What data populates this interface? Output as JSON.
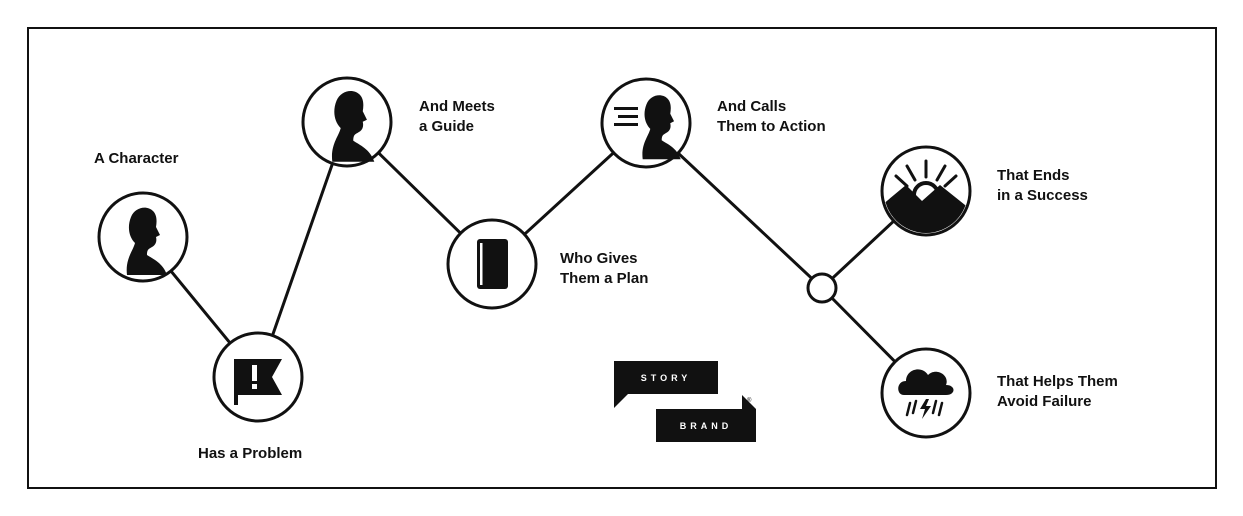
{
  "steps": [
    {
      "id": "character",
      "label": "A Character",
      "icon": "character-silhouette-icon"
    },
    {
      "id": "problem",
      "label": "Has a Problem",
      "icon": "warning-flag-icon"
    },
    {
      "id": "guide",
      "label": "And Meets\na Guide",
      "icon": "guide-silhouette-icon"
    },
    {
      "id": "plan",
      "label": "Who Gives\nThem a Plan",
      "icon": "book-icon"
    },
    {
      "id": "action",
      "label": "And Calls\nThem to Action",
      "icon": "running-person-icon"
    },
    {
      "id": "success",
      "label": "That Ends\nin a Success",
      "icon": "sunrise-mountains-icon"
    },
    {
      "id": "failure",
      "label": "That Helps Them\nAvoid Failure",
      "icon": "storm-cloud-icon"
    }
  ],
  "logo": {
    "line1": "STORY",
    "line2": "BRAND",
    "mark": "®"
  },
  "colors": {
    "ink": "#111111",
    "background": "#ffffff"
  }
}
